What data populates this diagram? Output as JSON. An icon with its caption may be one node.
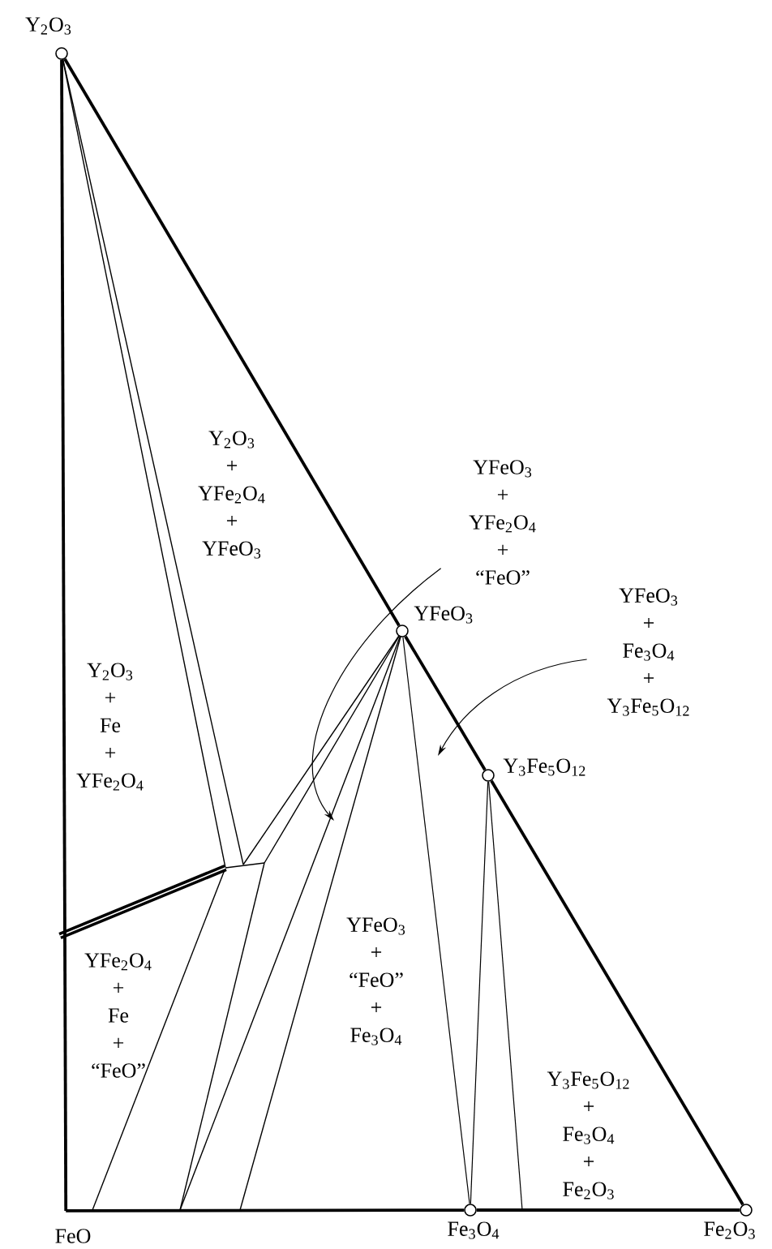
{
  "diagram": {
    "nodes": [
      {
        "text": [],
        "shape": "circle",
        "beside": [
          "Y$_{2}$O$_{3}$"
        ]
      },
      {
        "text": [],
        "shape": "circle",
        "beside": [
          "YFeO$_{3}$"
        ]
      },
      {
        "text": [],
        "shape": "circle",
        "beside": [
          "Y$_{3}$Fe$_{5}$O$_{12}$"
        ]
      },
      {
        "text": [],
        "shape": "circle",
        "beside": [
          "Fe$_{2}$O$_{3}$"
        ]
      },
      {
        "text": [],
        "shape": "circle",
        "beside": [
          "Fe$_{3}$O$_{4}$"
        ]
      },
      {
        "text": [
          "FeO"
        ]
      },
      {
        "text": [
          "YFeO$_{3}$ + YFe$_{2}$O$_{4}$ + “FeO”"
        ]
      },
      {
        "text": [
          "YFeO$_{3}$ + Fe$_{3}$O$_{4}$ + Y$_{3}$Fe$_{5}$O$_{12}$"
        ]
      }
    ],
    "edges": [
      {
        "from": 0,
        "to": 1,
        "arrow": "none"
      },
      {
        "from": 1,
        "to": 2,
        "arrow": "none"
      },
      {
        "from": 2,
        "to": 3,
        "arrow": "none"
      },
      {
        "from": 3,
        "to": 4,
        "arrow": "none"
      },
      {
        "from": 4,
        "to": 5,
        "arrow": "none"
      },
      {
        "from": 5,
        "to": 0,
        "arrow": "none"
      },
      {
        "from": 1,
        "to": 4,
        "arrow": "none"
      },
      {
        "from": 2,
        "to": 4,
        "arrow": "none"
      },
      {
        "from": 2,
        "to": null,
        "arrow": "none"
      },
      {
        "from": 6,
        "to": null,
        "arrow": "to"
      },
      {
        "from": 7,
        "to": null,
        "arrow": "to"
      }
    ],
    "labels": [
      "Y$_{2}$O$_{3}$ + YFe$_{2}$O$_{4}$ + YFeO$_{3}$",
      "Y$_{2}$O$_{3}$ + Fe + YFe$_{2}$O$_{4}$",
      "YFeO$_{3}$ + “FeO” + Fe$_{3}$O$_{4}$",
      "YFe$_{2}$O$_{4}$ + Fe + “FeO”",
      "Y$_{3}$Fe$_{5}$O$_{12}$ + Fe$_{3}$O$_{4}$ + Fe$_{2}$O$_{3}$"
    ]
  }
}
